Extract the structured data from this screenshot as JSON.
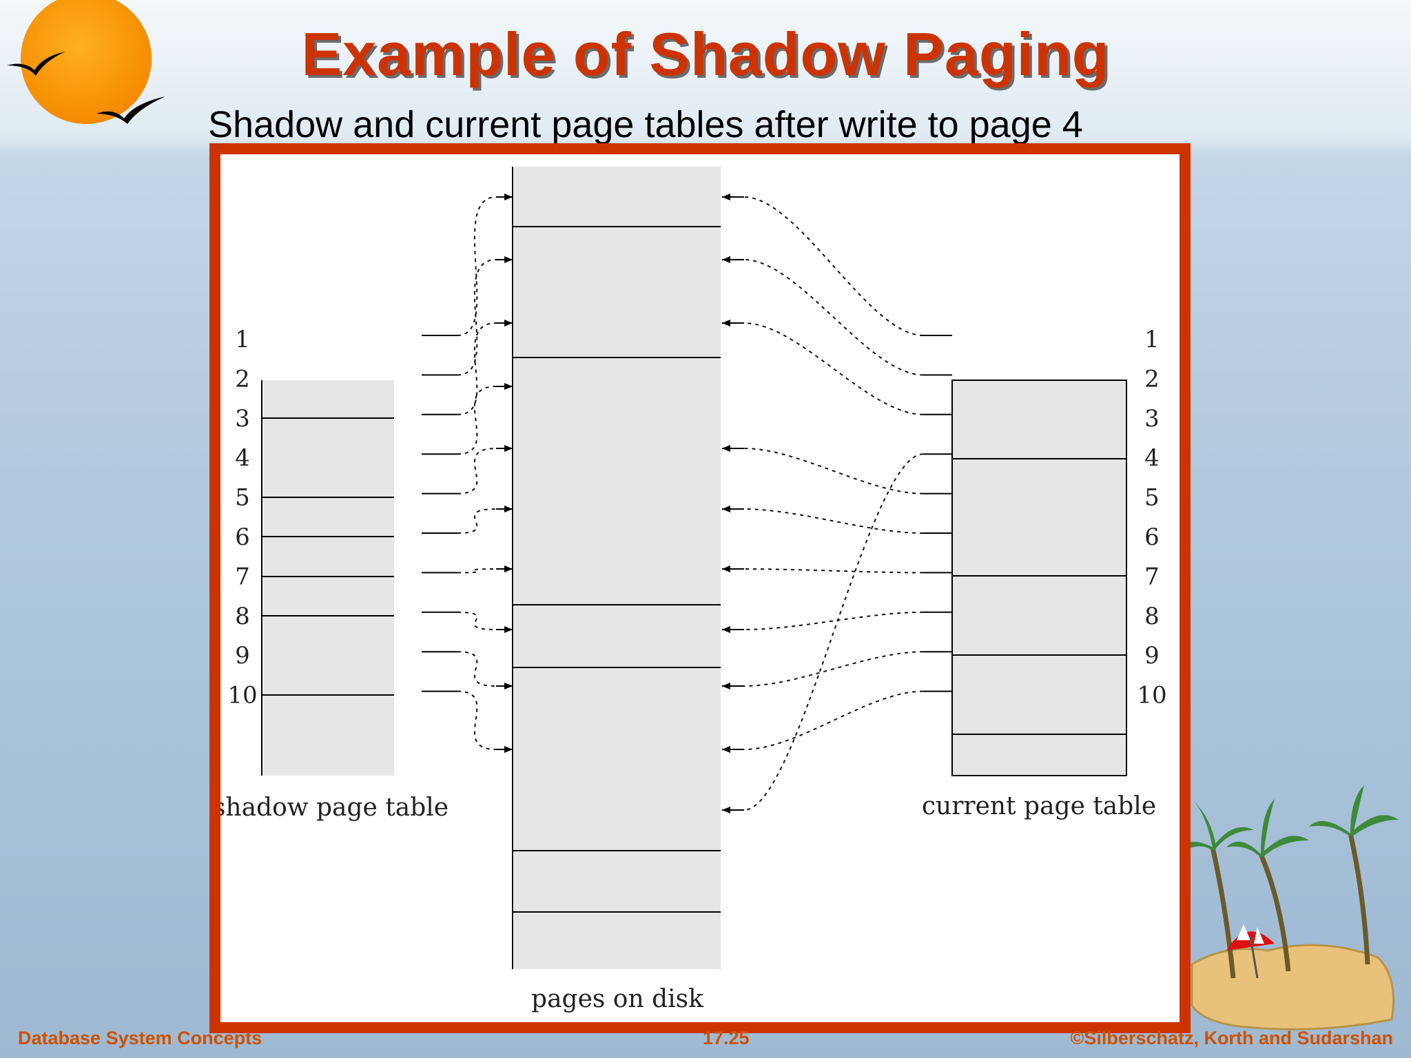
{
  "slide": {
    "title": "Example of Shadow Paging",
    "subtitle": "Shadow and current page tables after write to page 4",
    "footer_left": "Database System Concepts",
    "footer_center": "17.25",
    "footer_right": "©Silberschatz, Korth and Sudarshan"
  },
  "diagram": {
    "shadow_label": "shadow page table",
    "current_label": "current page table",
    "disk_label": "pages on disk",
    "row_numbers": [
      "1",
      "2",
      "3",
      "4",
      "5",
      "6",
      "7",
      "8",
      "9",
      "10"
    ]
  },
  "colors": {
    "title": "#cc3300",
    "frame": "#cc3300",
    "footer": "#cc5200",
    "cell_fill": "#e6e6e6"
  }
}
